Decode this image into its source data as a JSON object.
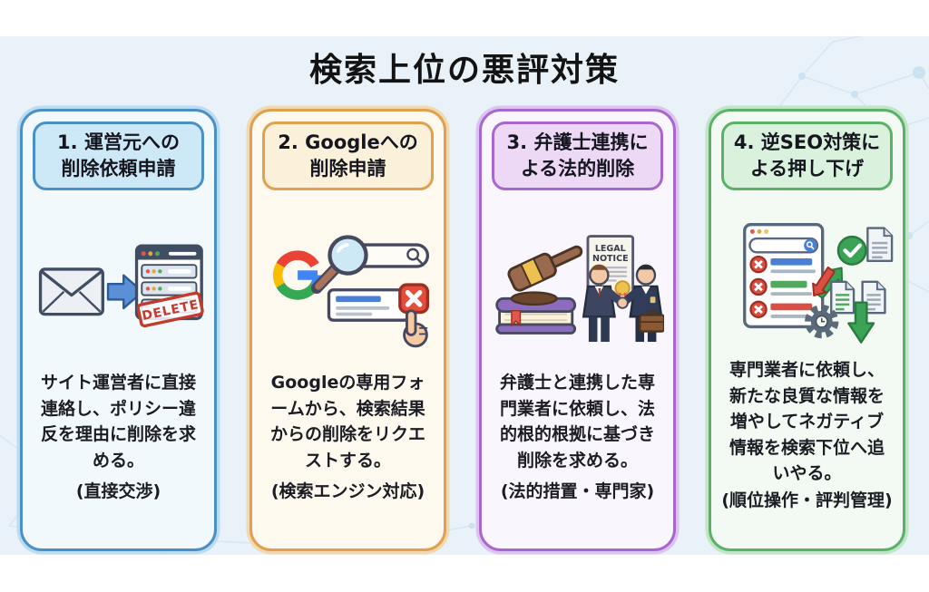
{
  "page": {
    "title": "検索上位の悪評対策",
    "background_color": "#e9f2f8"
  },
  "cards": [
    {
      "heading_line1": "1. 運営元への",
      "heading_line2": "削除依頼申請",
      "description": "サイト運営者に直接連絡し、ポリシー違反を理由に削除を求める。",
      "note": "(直接交渉)",
      "icon": "email-to-site-delete-illustration",
      "stamp_text": "DELETE",
      "colors": {
        "accent": "#4b90c5",
        "header_bg": "#cde8f7",
        "body_bg": "#f2f9fd",
        "halo": "#bcdcf2"
      }
    },
    {
      "heading_line1": "2. Googleへの",
      "heading_line2": "削除申請",
      "description": "Googleの専用フォームから、検索結果からの削除をリクエストする。",
      "note": "(検索エンジン対応)",
      "icon": "google-search-removal-illustration",
      "colors": {
        "accent": "#dfa04f",
        "header_bg": "#fbf0da",
        "body_bg": "#fdf9ef",
        "halo": "#f1d9b2"
      }
    },
    {
      "heading_line1": "3. 弁護士連携に",
      "heading_line2": "よる法的削除",
      "description": "弁護士と連携した専門業者に依頼し、法的根的根拠に基づき削除を求める。",
      "note": "(法的措置・専門家)",
      "icon": "lawyer-legal-removal-illustration",
      "document_line1": "LEGAL",
      "document_line2": "NOTICE",
      "colors": {
        "accent": "#a867ce",
        "header_bg": "#edd9f6",
        "body_bg": "#faf6fd",
        "halo": "#ddc3ef"
      }
    },
    {
      "heading_line1": "4. 逆SEO対策に",
      "heading_line2": "よる押し下げ",
      "description": "専門業者に依頼し、新たな良質な情報を増やしてネガティブ情報を検索下位へ追いやる。",
      "note": "(順位操作・評判管理)",
      "icon": "reverse-seo-pushdown-illustration",
      "colors": {
        "accent": "#5cb168",
        "header_bg": "#daf2dd",
        "body_bg": "#f3faf3",
        "halo": "#c0e6c7"
      }
    }
  ]
}
